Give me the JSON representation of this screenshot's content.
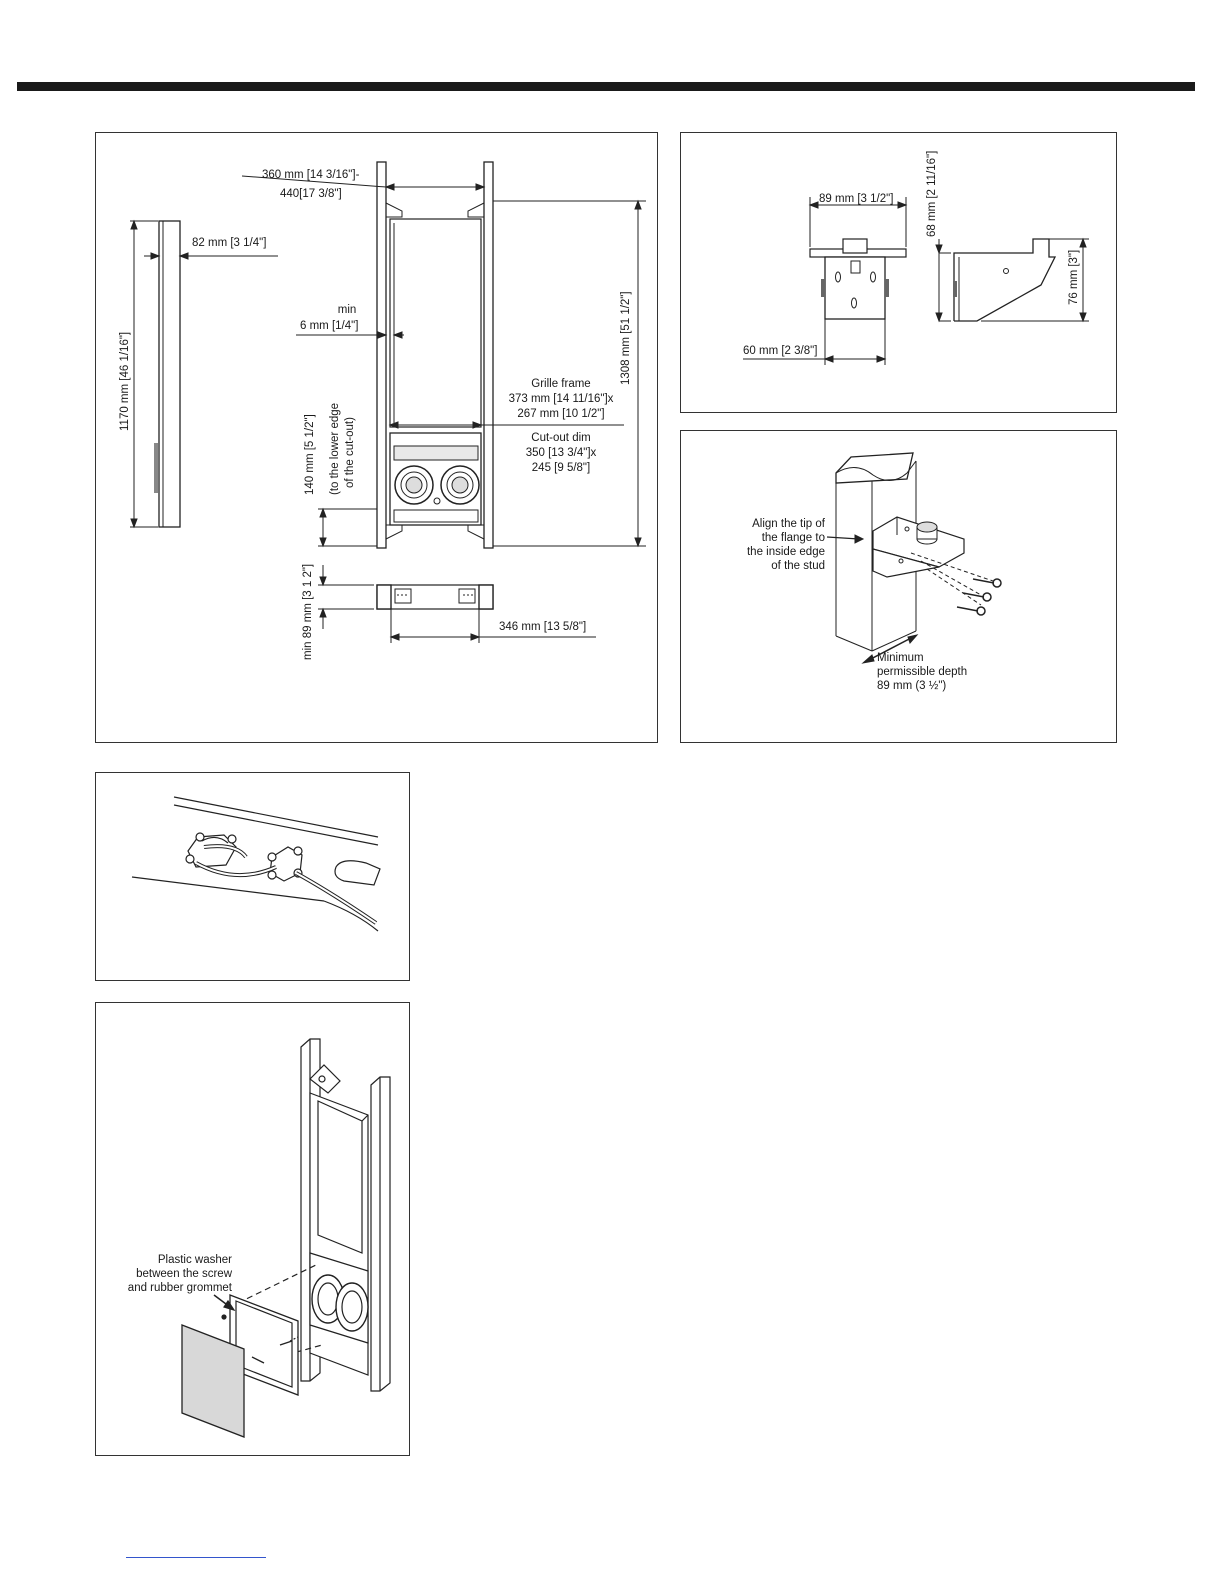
{
  "figures": {
    "dimensions": {
      "width_range_top": "360 mm [14 3/16\"]-",
      "width_range_bottom": "440[17 3/8\"]",
      "depth": "82 mm [3 1/4\"]",
      "height_side": "1170 mm [46 1/16\"]",
      "min_label": "min",
      "min_gap": "6 mm [1/4\"]",
      "total_height": "1308 mm [51 1/2\"]",
      "grille_title": "Grille frame",
      "grille_w": "373 mm [14 11/16\"]x",
      "grille_h": "267 mm [10 1/2\"]",
      "cutout_title": "Cut-out dim",
      "cutout_w": "350 [13 3/4\"]x",
      "cutout_h": "245 [9 5/8\"]",
      "lower_edge_1": "140 mm [5 1/2\"]",
      "lower_edge_2": "(to the lower edge",
      "lower_edge_3": "of the cut-out)",
      "min_depth": "min 89 mm [3 1 2\"]",
      "bottom_width": "346 mm [13 5/8\"]"
    },
    "bracket": {
      "width": "89 mm [3 1/2\"]",
      "height_top": "68 mm [2 11/16\"]",
      "height_side": "76 mm [3\"]",
      "base": "60 mm [2 3/8\"]"
    },
    "stud": {
      "align_1": "Align the tip of",
      "align_2": "the flange to",
      "align_3": "the inside edge",
      "align_4": "of the stud",
      "depth_1": "Minimum",
      "depth_2": "permissible depth",
      "depth_3": "89 mm (3 ½\")"
    },
    "grille": {
      "washer_1": "Plastic washer",
      "washer_2": "between the screw",
      "washer_3": "and rubber grommet"
    }
  }
}
